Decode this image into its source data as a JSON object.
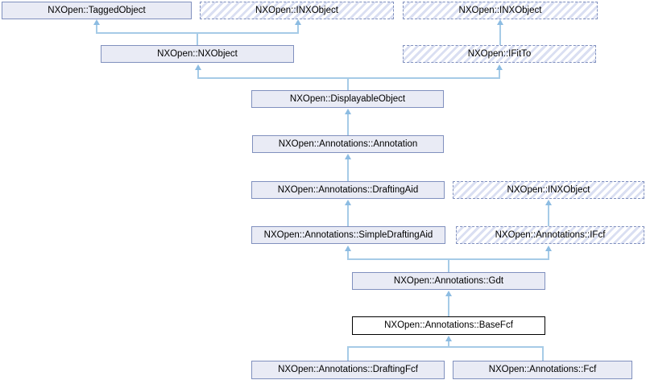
{
  "diagram": {
    "type": "class-inheritance-graph",
    "focus_class": "NXOpen::Annotations::BaseFcf",
    "nodes": {
      "tagged_object": {
        "label": "NXOpen::TaggedObject",
        "style": "solid"
      },
      "inx_object_1": {
        "label": "NXOpen::INXObject",
        "style": "hatched"
      },
      "inx_object_2": {
        "label": "NXOpen::INXObject",
        "style": "hatched"
      },
      "nx_object": {
        "label": "NXOpen::NXObject",
        "style": "solid"
      },
      "ifitto": {
        "label": "NXOpen::IFitTo",
        "style": "hatched"
      },
      "displayable_object": {
        "label": "NXOpen::DisplayableObject",
        "style": "solid"
      },
      "annotation": {
        "label": "NXOpen::Annotations::Annotation",
        "style": "solid"
      },
      "drafting_aid": {
        "label": "NXOpen::Annotations::DraftingAid",
        "style": "solid"
      },
      "inx_object_3": {
        "label": "NXOpen::INXObject",
        "style": "hatched"
      },
      "simple_drafting_aid": {
        "label": "NXOpen::Annotations::SimpleDraftingAid",
        "style": "solid"
      },
      "ifcf": {
        "label": "NXOpen::Annotations::IFcf",
        "style": "hatched"
      },
      "gdt": {
        "label": "NXOpen::Annotations::Gdt",
        "style": "solid"
      },
      "base_fcf": {
        "label": "NXOpen::Annotations::BaseFcf",
        "style": "focus"
      },
      "drafting_fcf": {
        "label": "NXOpen::Annotations::DraftingFcf",
        "style": "solid"
      },
      "fcf": {
        "label": "NXOpen::Annotations::Fcf",
        "style": "solid"
      }
    },
    "edges": [
      {
        "from": "nx_object",
        "to": "tagged_object"
      },
      {
        "from": "nx_object",
        "to": "inx_object_1"
      },
      {
        "from": "ifitto",
        "to": "inx_object_2"
      },
      {
        "from": "displayable_object",
        "to": "nx_object"
      },
      {
        "from": "displayable_object",
        "to": "ifitto"
      },
      {
        "from": "annotation",
        "to": "displayable_object"
      },
      {
        "from": "drafting_aid",
        "to": "annotation"
      },
      {
        "from": "simple_drafting_aid",
        "to": "drafting_aid"
      },
      {
        "from": "ifcf",
        "to": "inx_object_3"
      },
      {
        "from": "gdt",
        "to": "simple_drafting_aid"
      },
      {
        "from": "gdt",
        "to": "ifcf"
      },
      {
        "from": "base_fcf",
        "to": "gdt"
      },
      {
        "from": "drafting_fcf",
        "to": "base_fcf"
      },
      {
        "from": "fcf",
        "to": "base_fcf"
      }
    ],
    "colors": {
      "node_fill": "#E9EBF5",
      "node_border": "#8090BE",
      "hatch_stripe": "#DADFF2",
      "edge_line": "#A6CBE7",
      "edge_arrowhead": "#8CBCE2",
      "focus_border": "#000000",
      "text": "#000000",
      "background": "#FFFFFF"
    }
  }
}
